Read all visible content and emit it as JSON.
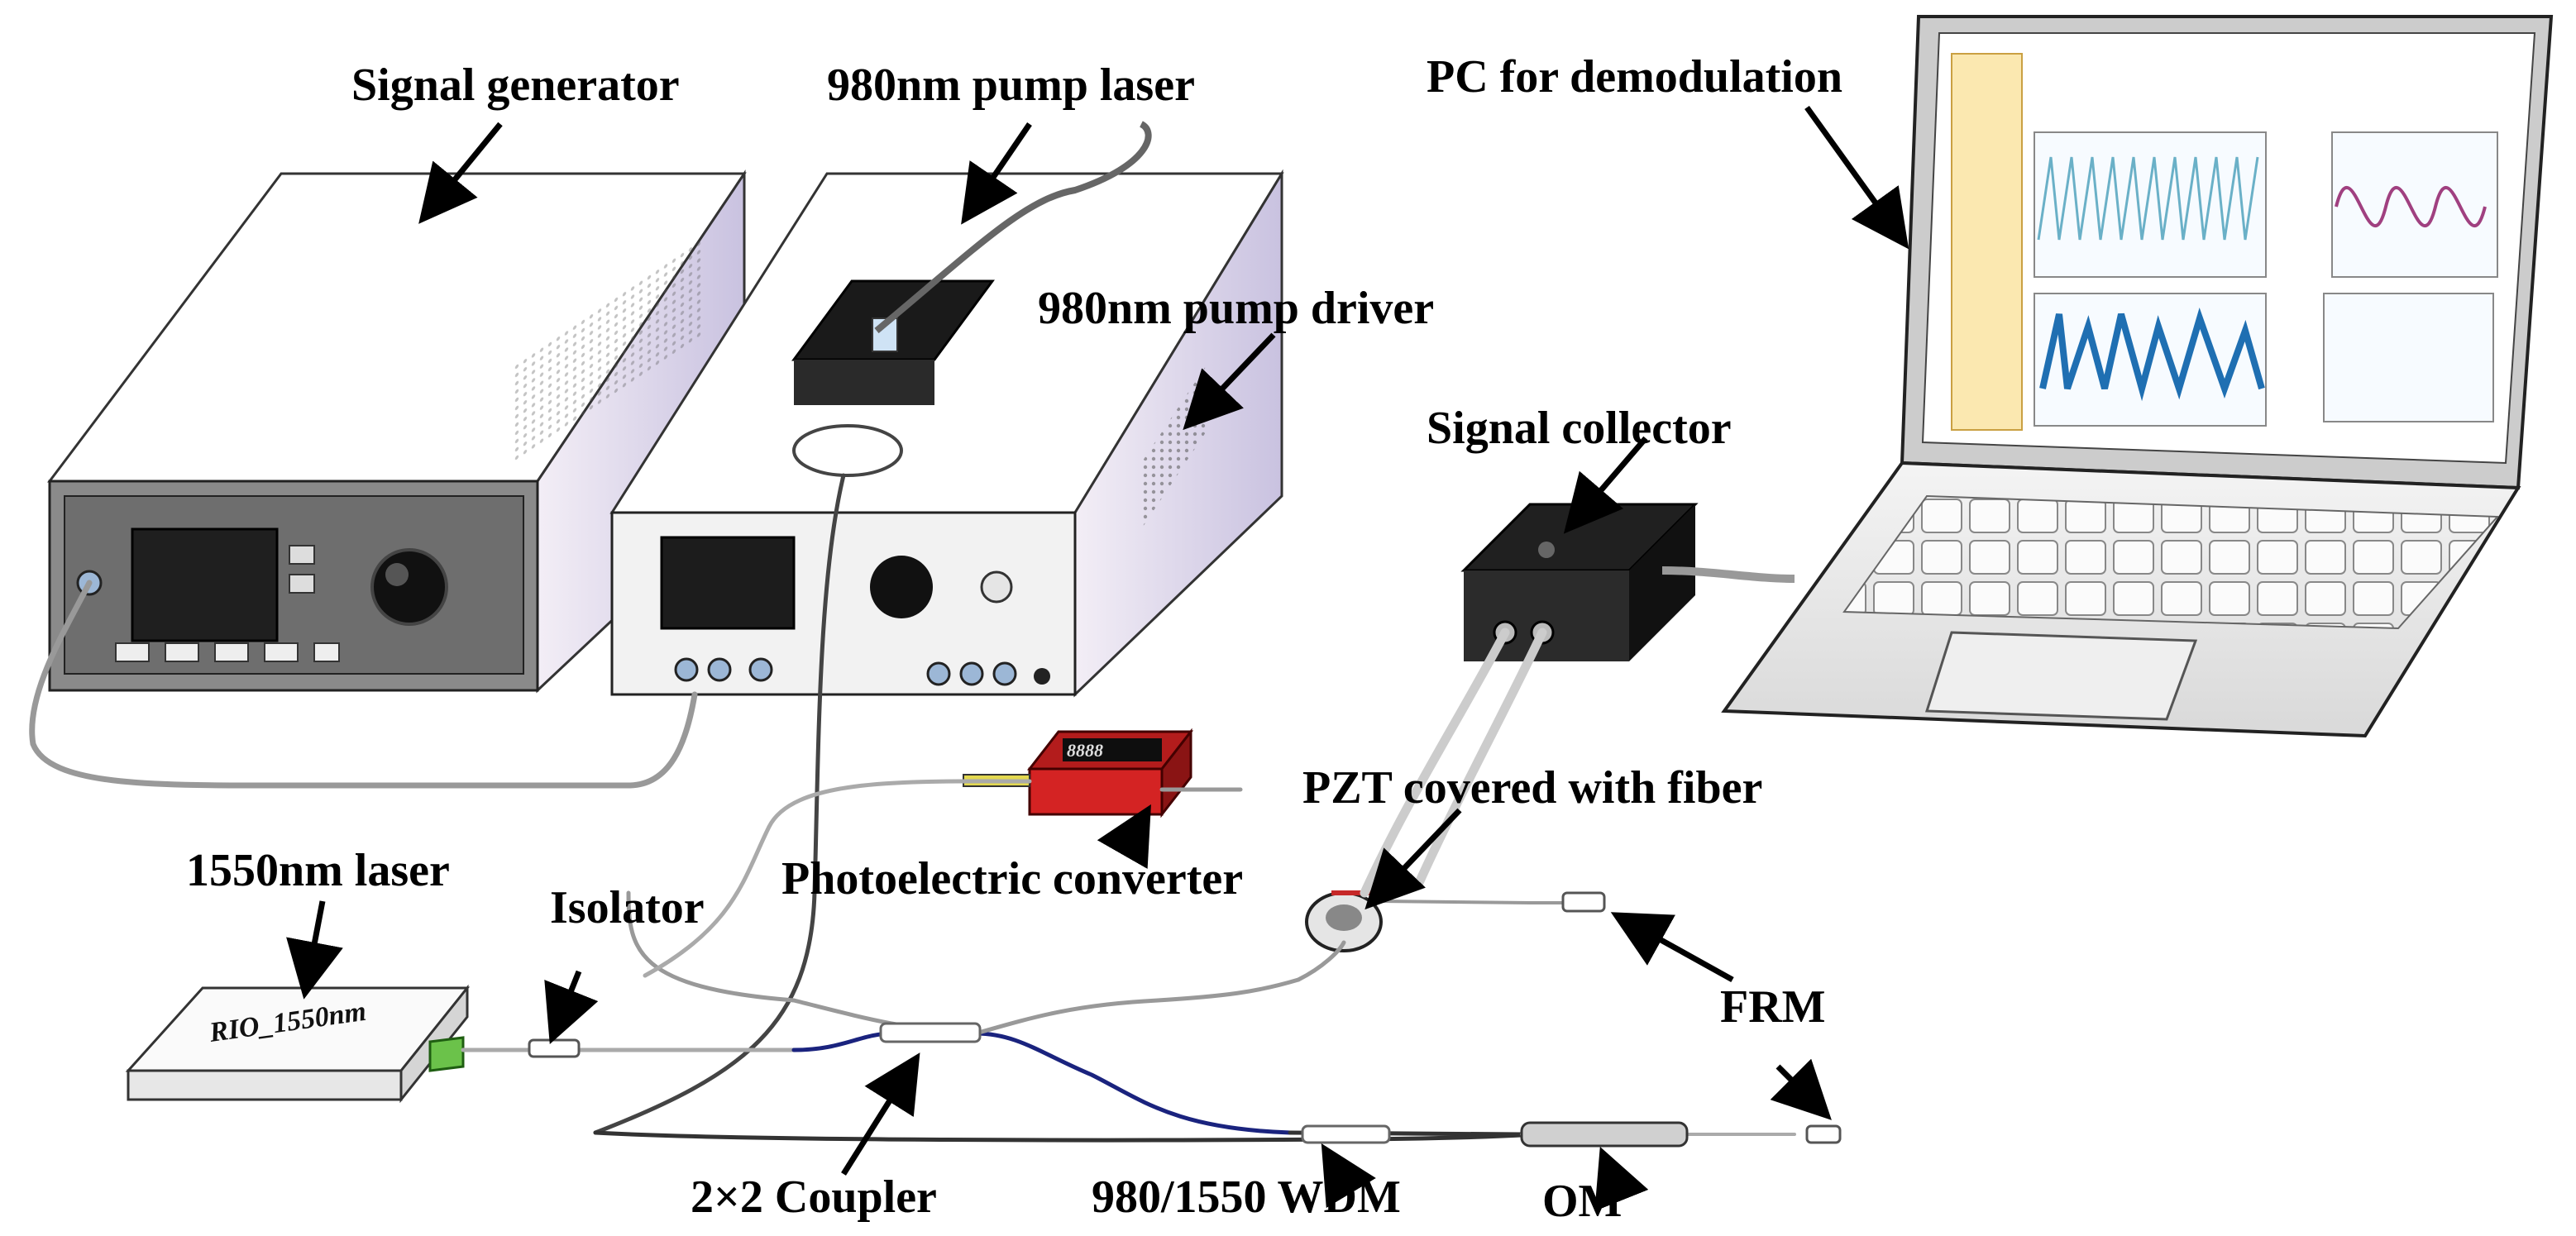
{
  "labels": {
    "signal_generator": "Signal generator",
    "pump_laser": "980nm pump laser",
    "pump_driver": "980nm pump driver",
    "pc": "PC for demodulation",
    "signal_collector": "Signal collector",
    "pzt": "PZT covered with fiber",
    "photoelectric": "Photoelectric converter",
    "laser_1550": "1550nm laser",
    "isolator": "Isolator",
    "frm": "FRM",
    "coupler": "2×2 Coupler",
    "wdm": "980/1550 WDM",
    "om": "OM"
  },
  "devices": {
    "laser_box_text": "RIO_1550nm",
    "photoelectric_display": "8888"
  },
  "icons": [
    "arrow-icon",
    "fiber-cable-icon",
    "knob-icon",
    "bnc-connector-icon",
    "heatsink-icon",
    "laptop-icon"
  ]
}
